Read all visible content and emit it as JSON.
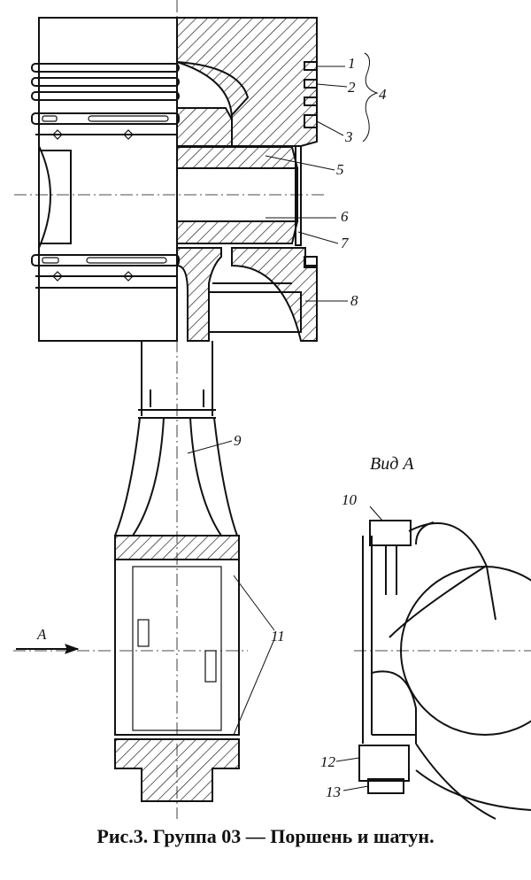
{
  "figure": {
    "caption": "Рис.3. Группа 03 — Поршень и шатун.",
    "view_label": "Вид А",
    "arrow_label": "А"
  },
  "callouts": [
    {
      "id": "1",
      "text": "1"
    },
    {
      "id": "2",
      "text": "2"
    },
    {
      "id": "3",
      "text": "3"
    },
    {
      "id": "4",
      "text": "4"
    },
    {
      "id": "5",
      "text": "5"
    },
    {
      "id": "6",
      "text": "6"
    },
    {
      "id": "7",
      "text": "7"
    },
    {
      "id": "8",
      "text": "8"
    },
    {
      "id": "9",
      "text": "9"
    },
    {
      "id": "10",
      "text": "10"
    },
    {
      "id": "11",
      "text": "11"
    },
    {
      "id": "12",
      "text": "12"
    },
    {
      "id": "13",
      "text": "13"
    }
  ]
}
